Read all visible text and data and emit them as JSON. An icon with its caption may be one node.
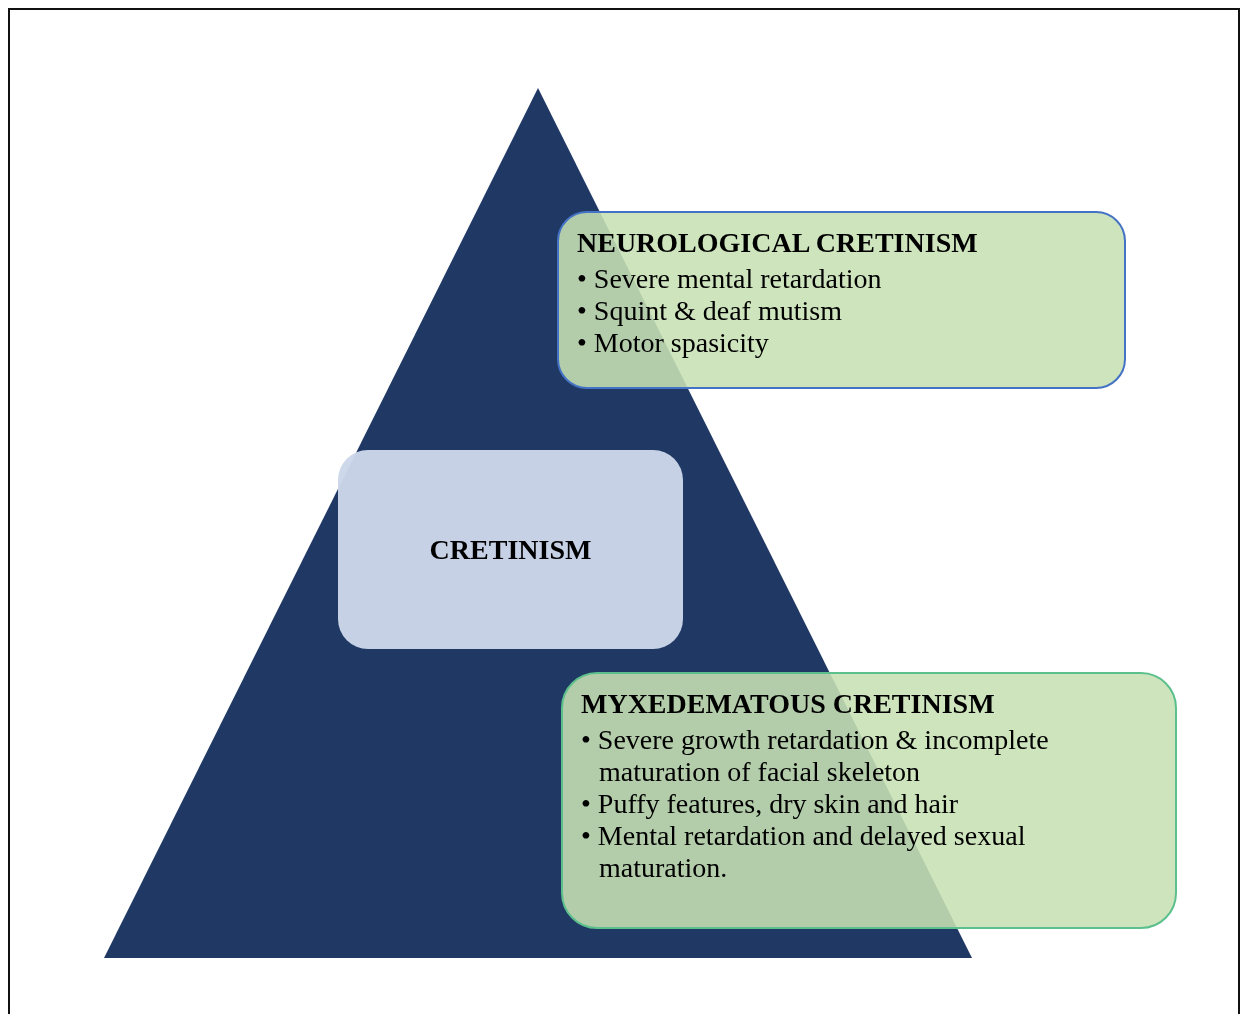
{
  "diagram": {
    "nodes": [
      {
        "text": [
          "CRETINISM"
        ]
      },
      {
        "text": [
          "NEUROLOGICAL CRETINISM",
          "• Severe mental retardation",
          "• Squint & deaf mutism",
          "• Motor spasicity"
        ]
      },
      {
        "text": [
          "MYXEDEMATOUS CRETINISM",
          "• Severe growth retardation & incomplete maturation of facial skeleton",
          "• Puffy features, dry skin and hair",
          "• Mental retardation and delayed sexual maturation."
        ]
      }
    ],
    "edges": []
  }
}
